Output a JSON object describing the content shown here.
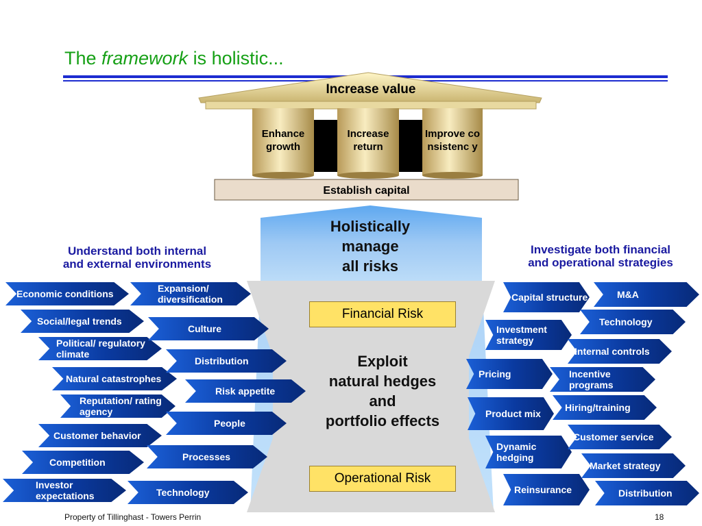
{
  "title": {
    "prefix": "The ",
    "emph": "framework",
    "suffix": " is holistic..."
  },
  "temple": {
    "roof": "Increase value",
    "pillars": [
      "Enhance growth",
      "Increase return",
      "Improve consistenc y"
    ],
    "base": "Establish capital"
  },
  "arrow_text": [
    "Holistically",
    "manage",
    "all risks"
  ],
  "left_heading": [
    "Understand both internal",
    "and external environments"
  ],
  "right_heading": [
    "Investigate both financial",
    "and operational strategies"
  ],
  "center": {
    "financial_risk": "Financial Risk",
    "operational_risk": "Operational Risk",
    "exploit": [
      "Exploit",
      "natural hedges",
      "and",
      "portfolio effects"
    ]
  },
  "left_outer": [
    "Economic conditions",
    "Social/legal trends",
    "Political/ regulatory climate",
    "Natural catastrophes",
    "Reputation/ rating agency",
    "Customer behavior",
    "Competition",
    "Investor expectations"
  ],
  "left_inner": [
    "Expansion/ diversification",
    "Culture",
    "Distribution",
    "Risk appetite",
    "People",
    "Processes",
    "Technology"
  ],
  "right_inner": [
    "Capital structure",
    "Investment strategy",
    "Pricing",
    "Product mix",
    "Dynamic hedging",
    "Reinsurance"
  ],
  "right_outer": [
    "M&A",
    "Technology",
    "Internal controls",
    "Incentive programs",
    "Hiring/training",
    "Customer service",
    "Market strategy",
    "Distribution"
  ],
  "footer": {
    "left": "Property of Tillinghast - Towers Perrin",
    "page": "18"
  },
  "colors": {
    "title": "#16a016",
    "rule": "#1c2bd0",
    "heading": "#1a1aa0",
    "chevron": "#0a3aa0",
    "risk_box": "#ffe266",
    "arrow": "#9ec9f4",
    "panel": "#d9d9d9"
  }
}
